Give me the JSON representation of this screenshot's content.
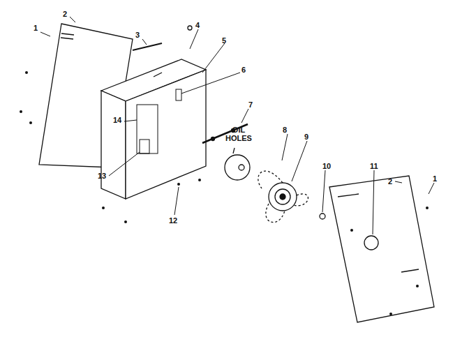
{
  "diagram": {
    "labels": [
      "1",
      "2",
      "3",
      "4",
      "5",
      "6",
      "7",
      "14",
      "OIL HOLES",
      "8",
      "9",
      "13",
      "10",
      "11",
      "2",
      "1",
      "12"
    ]
  }
}
